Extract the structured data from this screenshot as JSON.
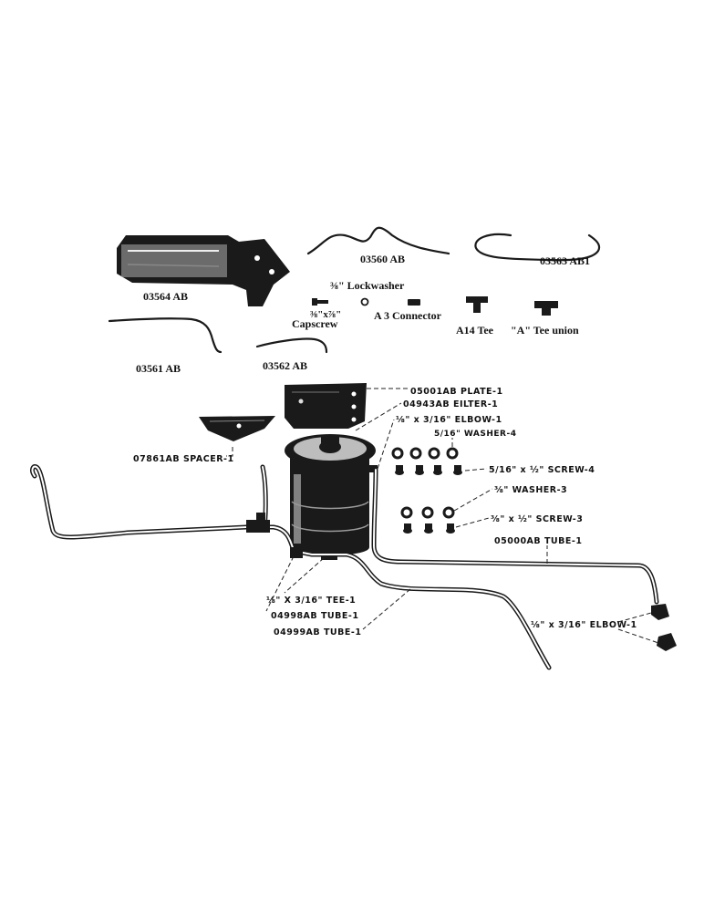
{
  "upper_parts": {
    "filter_assembly": "03564 AB",
    "tube_a": "03560 AB",
    "tube_b": "03563 AB1",
    "tube_c": "03561 AB",
    "tube_d": "03562 AB",
    "lockwasher": "⅜\" Lockwasher",
    "capscrew_size": "⅜\"x⅞\"",
    "capscrew": "Capscrew",
    "connector": "A 3 Connector",
    "tee": "A14 Tee",
    "tee_union": "\"A\" Tee union"
  },
  "lower_parts": {
    "plate": "05001AB PLATE-1",
    "filter": "04943AB EILTER-1",
    "elbow_top": "⅛\" x 3/16\" ELBOW-1",
    "washer4": "5/16\" WASHER-4",
    "spacer": "07861AB SPACER-1",
    "screw4": "5/16\" x ½\" SCREW-4",
    "washer3": "⅜\" WASHER-3",
    "screw3": "⅜\" x ½\" SCREW-3",
    "tube_main": "05000AB TUBE-1",
    "tee": "⅛\" X 3/16\" TEE-1",
    "tube_04998": "04998AB TUBE-1",
    "tube_04999": "04999AB TUBE-1",
    "elbow_right": "⅛\" x 3/16\" ELBOW-1"
  }
}
